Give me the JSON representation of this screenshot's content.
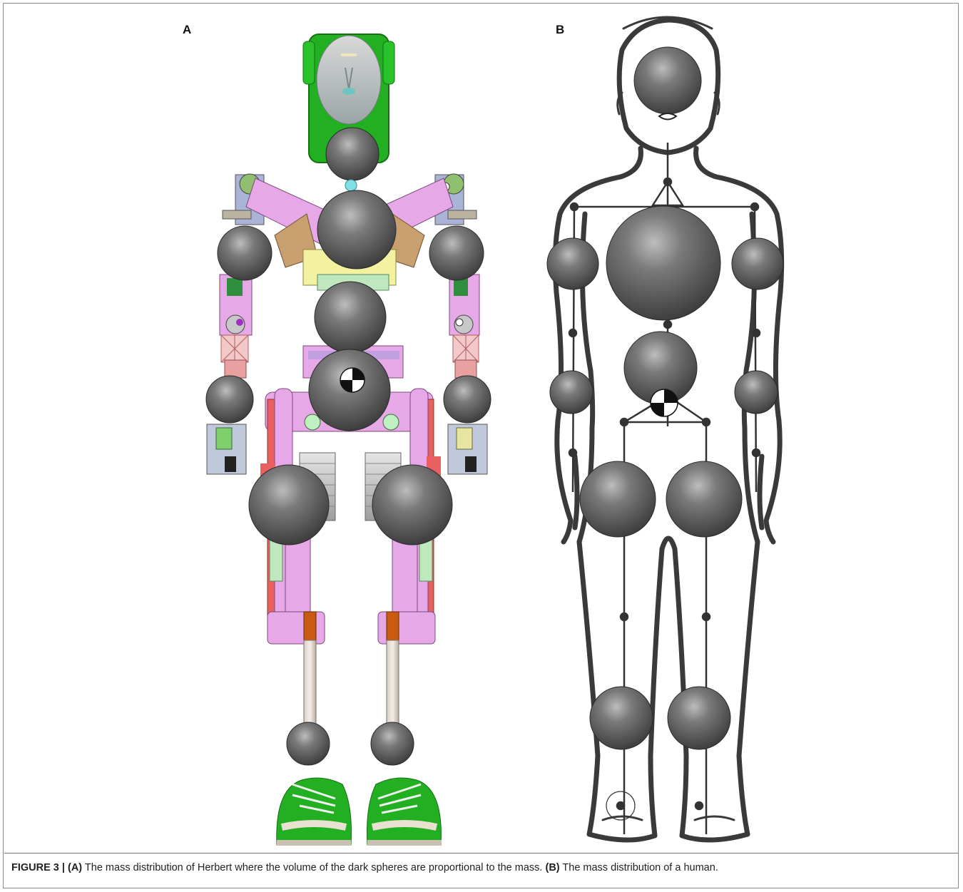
{
  "figure": {
    "panels": [
      {
        "label": "A",
        "subject": "Herbert robot model"
      },
      {
        "label": "B",
        "subject": "human outline"
      }
    ],
    "caption": {
      "figure_number": "FIGURE 3 |",
      "panel_a_tag": "(A)",
      "panel_a_text": " The mass distribution of Herbert where the volume of the dark spheres are proportional to the mass. ",
      "panel_b_tag": "(B)",
      "panel_b_text": " The mass distribution of a human."
    },
    "colors": {
      "sphere": "#5a5a5a",
      "robot_green": "#22b022",
      "robot_pink": "#e6a8e6",
      "robot_orange": "#c85a12",
      "outline_dark": "#3a3a3a"
    }
  }
}
